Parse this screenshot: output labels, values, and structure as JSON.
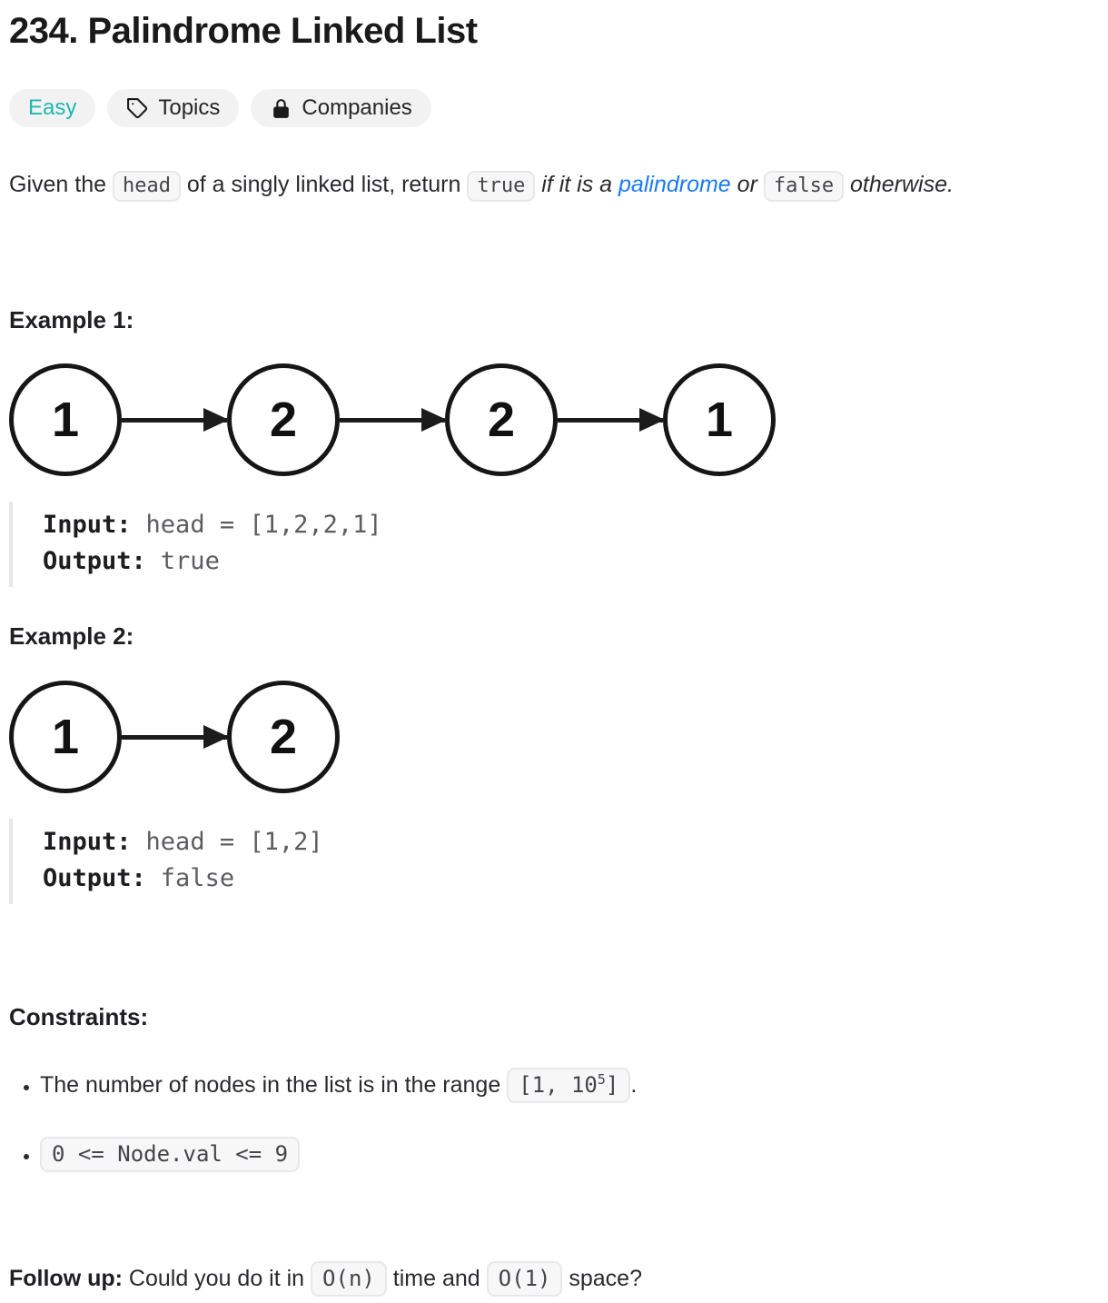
{
  "colors": {
    "easy": "#1fb8b0",
    "link_blue": "#1a7af4",
    "pill_bg": "#f7f7f8",
    "badge_bg": "#f2f2f3"
  },
  "header": {
    "title": "234. Palindrome Linked List",
    "badges": {
      "difficulty": "Easy",
      "topics": "Topics",
      "companies": "Companies"
    }
  },
  "description": {
    "part1": "Given the ",
    "code_head": "head",
    "part2": " of a singly linked list, return ",
    "code_true": "true",
    "italic1": " if it is a ",
    "link_palindrome": "palindrome",
    "italic2": " or ",
    "code_false": "false",
    "italic3": " otherwise."
  },
  "examples": [
    {
      "label": "Example 1:",
      "nodes": [
        "1",
        "2",
        "2",
        "1"
      ],
      "input_label": "Input:",
      "input_value": "head = [1,2,2,1]",
      "output_label": "Output:",
      "output_value": "true"
    },
    {
      "label": "Example 2:",
      "nodes": [
        "1",
        "2"
      ],
      "input_label": "Input:",
      "input_value": "head = [1,2]",
      "output_label": "Output:",
      "output_value": "false"
    }
  ],
  "constraints": {
    "label": "Constraints:",
    "item1": {
      "text": "The number of nodes in the list is in the range ",
      "code_pre": "[1, 10",
      "code_sup": "5",
      "code_post": "]",
      "after": "."
    },
    "item2": {
      "code": "0 <= Node.val <= 9"
    }
  },
  "follow_up": {
    "label": "Follow up:",
    "part1": " Could you do it in ",
    "code1": "O(n)",
    "part2": " time and ",
    "code2": "O(1)",
    "part3": " space?"
  }
}
